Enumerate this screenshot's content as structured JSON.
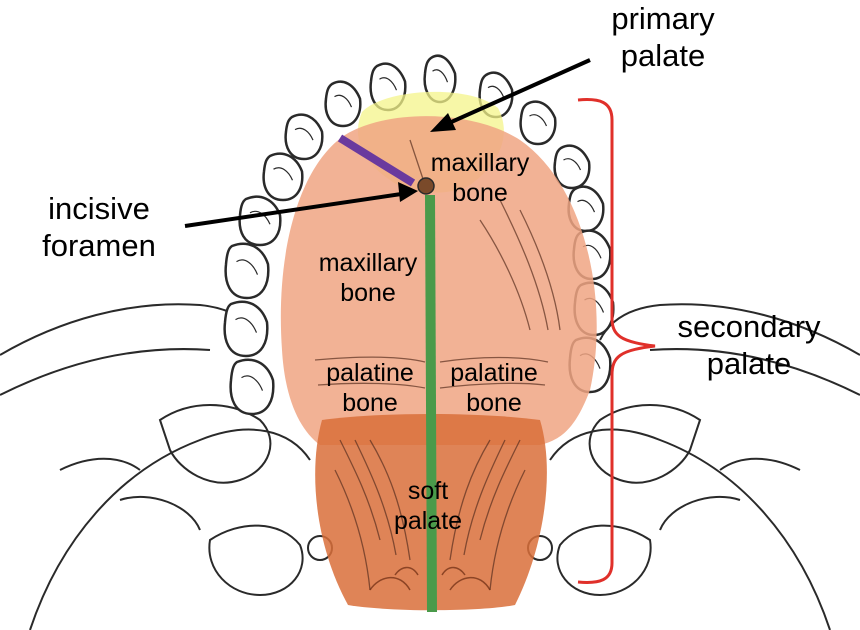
{
  "labels": {
    "primary_palate": [
      "primary",
      "palate"
    ],
    "incisive_foramen": [
      "incisive",
      "foramen"
    ],
    "secondary_palate": [
      "secondary",
      "palate"
    ],
    "maxillary_bone_right": [
      "maxillary",
      "bone"
    ],
    "maxillary_bone_left": [
      "maxillary",
      "bone"
    ],
    "palatine_bone_left": [
      "palatine",
      "bone"
    ],
    "palatine_bone_right": [
      "palatine",
      "bone"
    ],
    "soft_palate": [
      "soft",
      "palate"
    ]
  },
  "colors": {
    "primary_palate_fill": "#f4f48a",
    "hard_palate_fill": "#f0a583",
    "soft_palate_fill": "#d96f3a",
    "midline_suture": "#4a9a4a",
    "incisive_line": "#6a3a9e",
    "bracket": "#e0302a",
    "pointer": "#000000",
    "line_art": "#2a2a2a"
  }
}
